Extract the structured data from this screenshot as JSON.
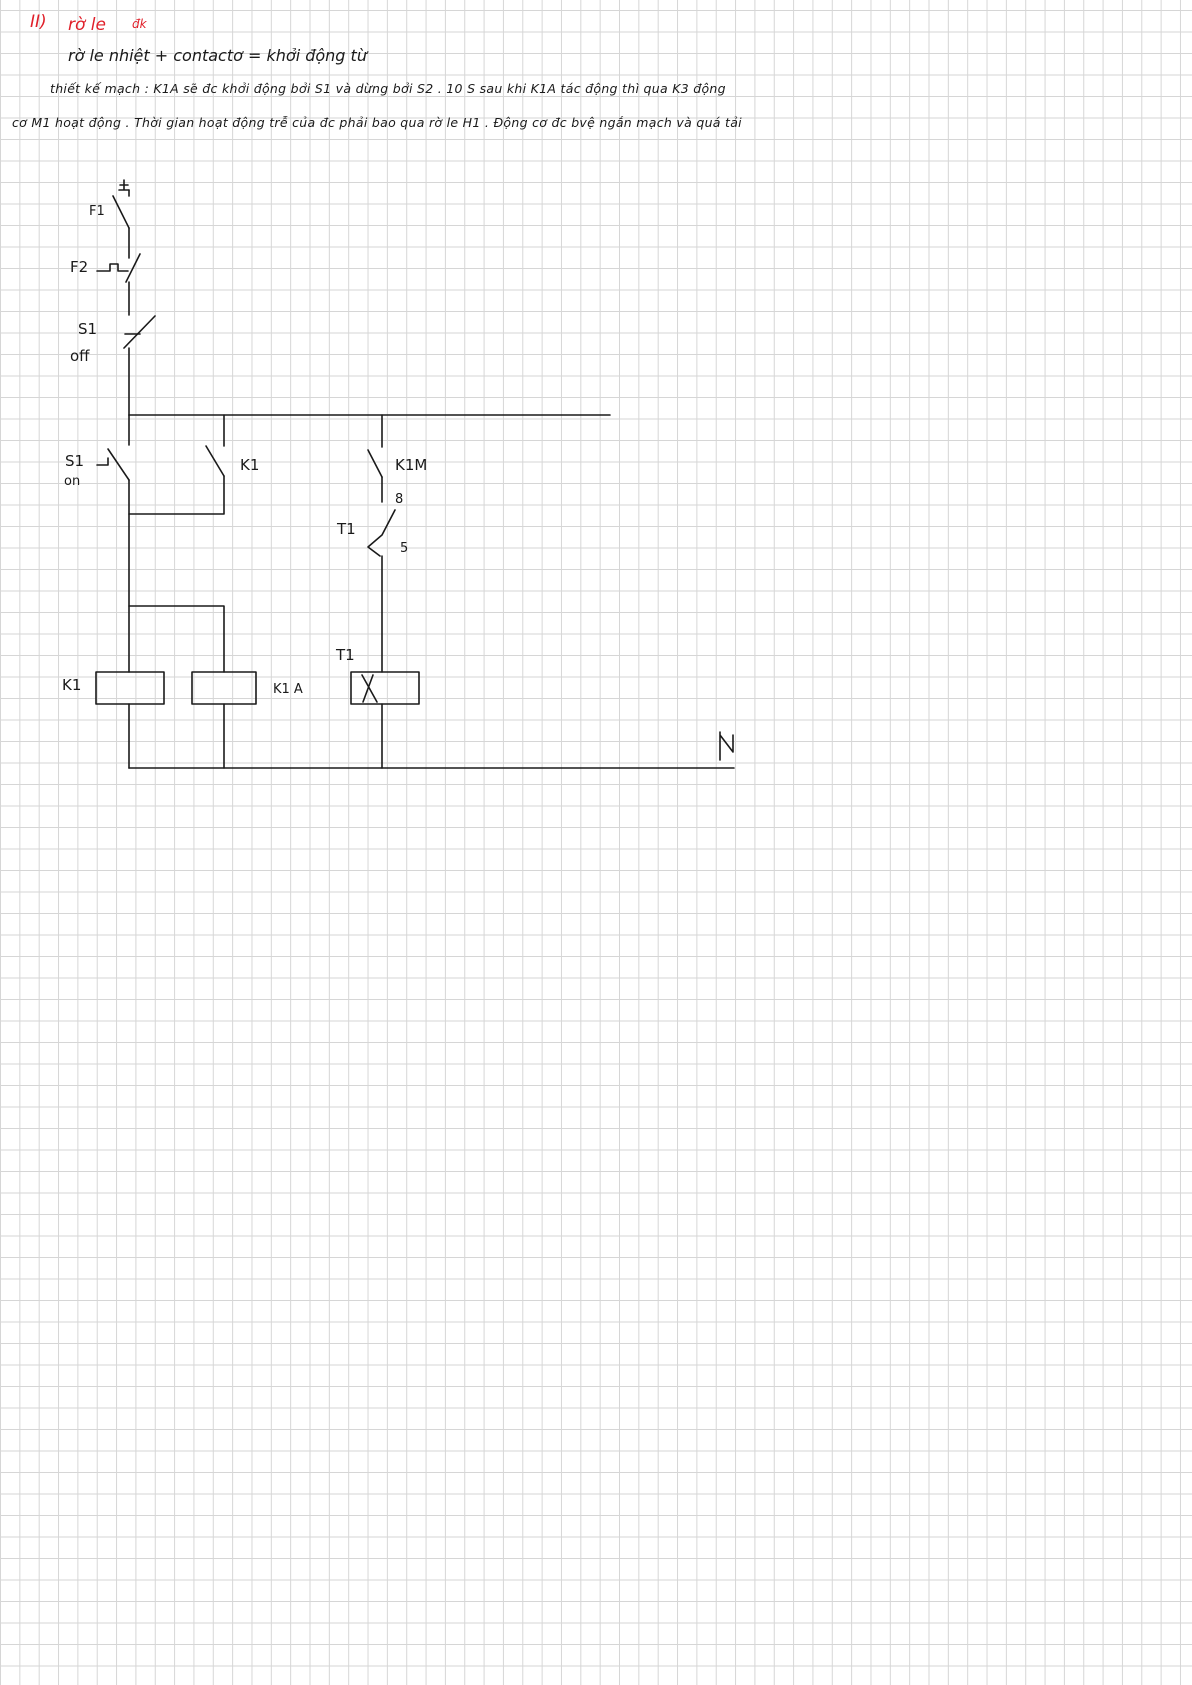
{
  "notes": {
    "title_roman": "II)",
    "title_text": "rờ le",
    "title_mark": "đk",
    "line1": "rờ le nhiệt + contactơ = khởi động từ",
    "line2": "thiết kế mạch : K1A sẽ đc khởi động bởi S1 và dừng bởi S2 . 10 S sau khi K1A tác động thì qua K3 động",
    "line3": "cơ M1 hoạt động . Thời gian hoạt động trễ của đc phải bao qua rờ le H1 . Động cơ đc bvệ ngắn mạch và quá tải"
  },
  "diagram": {
    "labels": {
      "f1": "F1",
      "f2": "F2",
      "s1_top": "S1",
      "off": "off",
      "s1_left": "S1",
      "on": "on",
      "k1_contact": "K1",
      "k1m": "K1M",
      "t1_contact": "T1",
      "eight": "8",
      "five": "5",
      "t1_coil": "T1",
      "k1_coil": "K1",
      "k1a_coil": "K1 A",
      "neutral": "N"
    }
  },
  "colors": {
    "ink": "#1a1a1a",
    "red_ink": "#e0202a",
    "grid": "#d6d6d6"
  }
}
